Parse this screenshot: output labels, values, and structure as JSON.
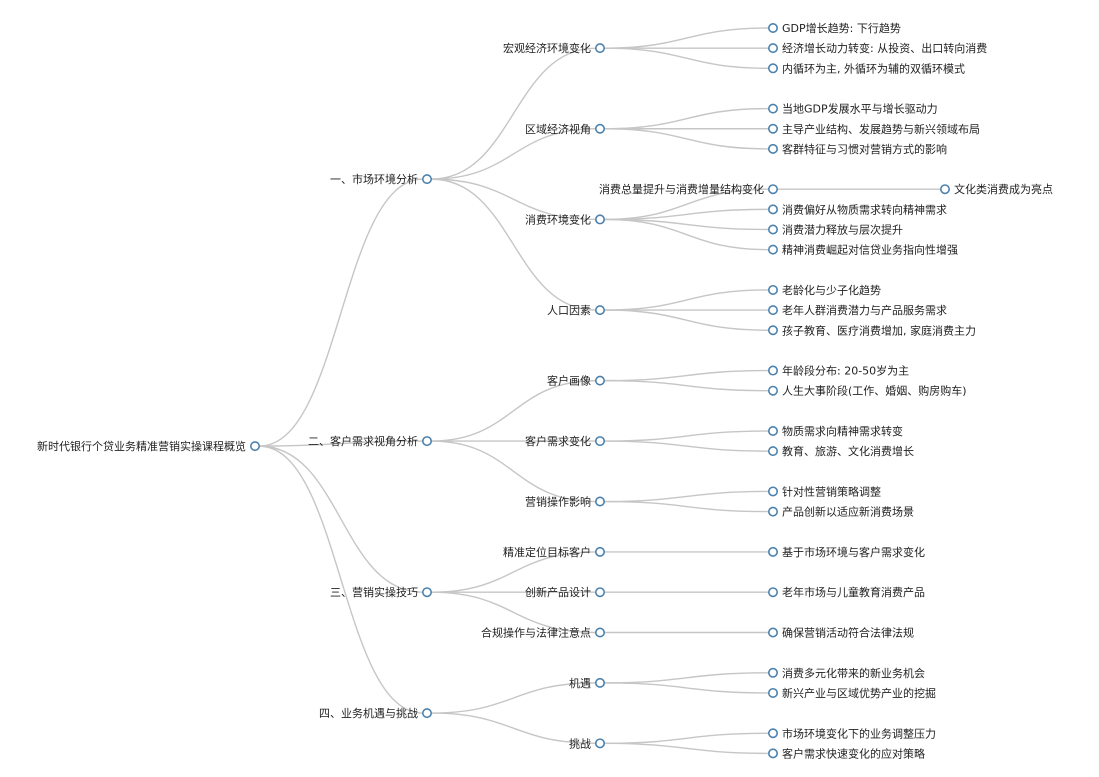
{
  "mindmap": {
    "root": {
      "label": "新时代银行个贷业务精准营销实操课程概览",
      "children": [
        {
          "label": "一、市场环境分析",
          "children": [
            {
              "label": "宏观经济环境变化",
              "children": [
                {
                  "label": "GDP增长趋势: 下行趋势"
                },
                {
                  "label": "经济增长动力转变: 从投资、出口转向消费"
                },
                {
                  "label": "内循环为主, 外循环为辅的双循环模式"
                }
              ]
            },
            {
              "label": "区域经济视角",
              "children": [
                {
                  "label": "当地GDP发展水平与增长驱动力"
                },
                {
                  "label": "主导产业结构、发展趋势与新兴领域布局"
                },
                {
                  "label": "客群特征与习惯对营销方式的影响"
                }
              ]
            },
            {
              "label": "消费环境变化",
              "children": [
                {
                  "label": "消费总量提升与消费增量结构变化",
                  "children": [
                    {
                      "label": "文化类消费成为亮点"
                    }
                  ]
                },
                {
                  "label": "消费偏好从物质需求转向精神需求"
                },
                {
                  "label": "消费潜力释放与层次提升"
                },
                {
                  "label": "精神消费崛起对信贷业务指向性增强"
                }
              ]
            },
            {
              "label": "人口因素",
              "children": [
                {
                  "label": "老龄化与少子化趋势"
                },
                {
                  "label": "老年人群消费潜力与产品服务需求"
                },
                {
                  "label": "孩子教育、医疗消费增加, 家庭消费主力"
                }
              ]
            }
          ]
        },
        {
          "label": "二、客户需求视角分析",
          "children": [
            {
              "label": "客户画像",
              "children": [
                {
                  "label": "年龄段分布: 20-50岁为主"
                },
                {
                  "label": "人生大事阶段(工作、婚姻、购房购车)"
                }
              ]
            },
            {
              "label": "客户需求变化",
              "children": [
                {
                  "label": "物质需求向精神需求转变"
                },
                {
                  "label": "教育、旅游、文化消费增长"
                }
              ]
            },
            {
              "label": "营销操作影响",
              "children": [
                {
                  "label": "针对性营销策略调整"
                },
                {
                  "label": "产品创新以适应新消费场景"
                }
              ]
            }
          ]
        },
        {
          "label": "三、营销实操技巧",
          "children": [
            {
              "label": "精准定位目标客户",
              "children": [
                {
                  "label": "基于市场环境与客户需求变化"
                }
              ]
            },
            {
              "label": "创新产品设计",
              "children": [
                {
                  "label": "老年市场与儿童教育消费产品"
                }
              ]
            },
            {
              "label": "合规操作与法律注意点",
              "children": [
                {
                  "label": "确保营销活动符合法律法规"
                }
              ]
            }
          ]
        },
        {
          "label": "四、业务机遇与挑战",
          "children": [
            {
              "label": "机遇",
              "children": [
                {
                  "label": "消费多元化带来的新业务机会"
                },
                {
                  "label": "新兴产业与区域优势产业的挖掘"
                }
              ]
            },
            {
              "label": "挑战",
              "children": [
                {
                  "label": "市场环境变化下的业务调整压力"
                },
                {
                  "label": "客户需求快速变化的应对策略"
                }
              ]
            }
          ]
        }
      ]
    }
  },
  "colors": {
    "link": "#c6c6c6",
    "node_stroke": "#4c82ad",
    "node_fill": "#ffffff",
    "text": "#222222"
  }
}
